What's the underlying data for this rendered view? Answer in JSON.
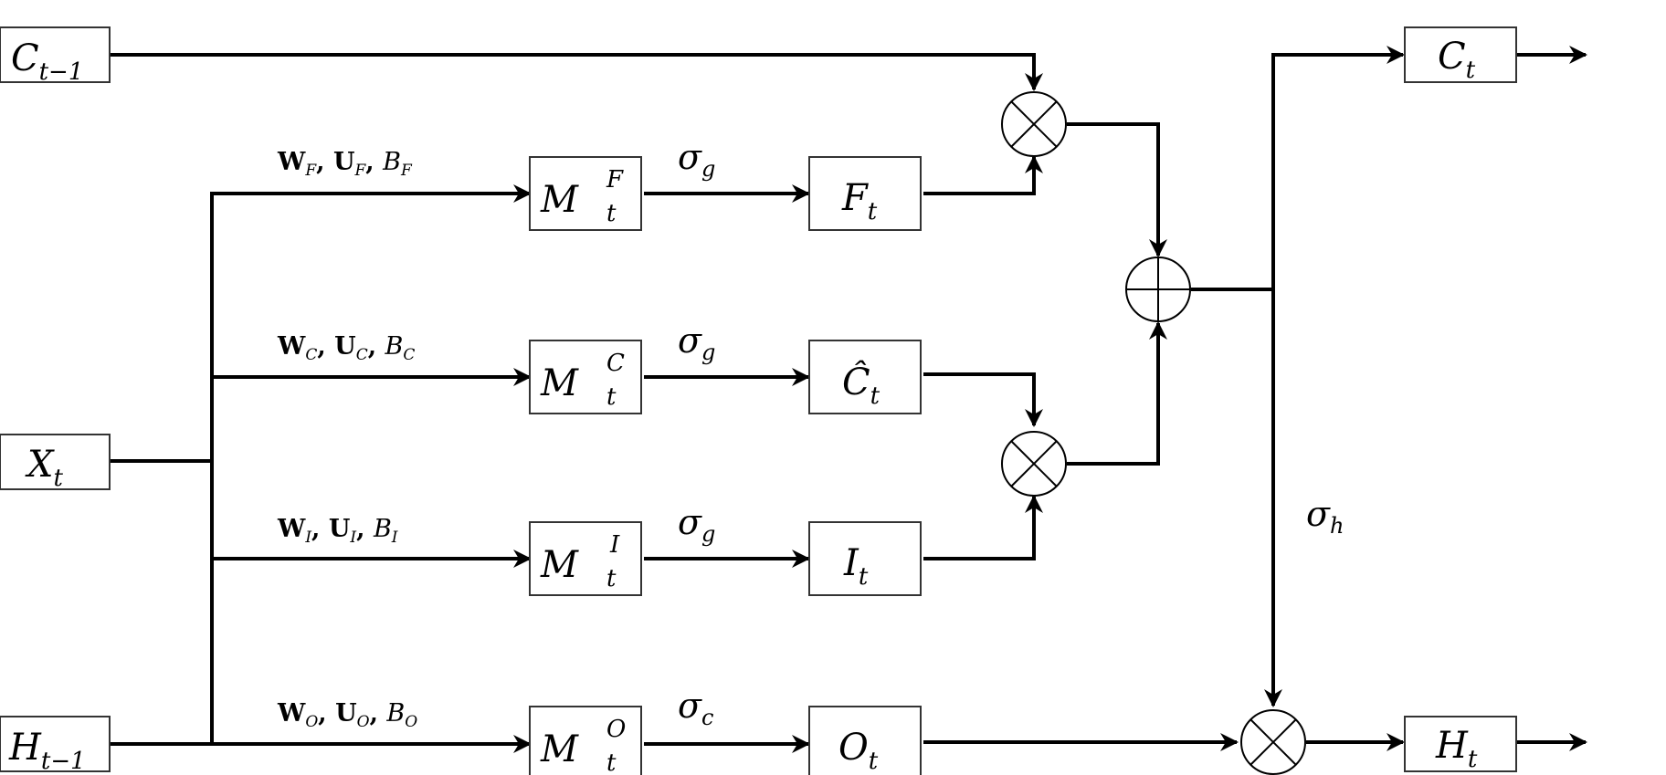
{
  "blocks": {
    "c_prev": {
      "main": "C",
      "sub": "t−1"
    },
    "x_t": {
      "main": "X",
      "sub": "t"
    },
    "h_prev": {
      "main": "H",
      "sub": "t−1"
    },
    "m_f": {
      "main": "M",
      "sup": "F",
      "sub": "t"
    },
    "m_c": {
      "main": "M",
      "sup": "C",
      "sub": "t"
    },
    "m_i": {
      "main": "M",
      "sup": "I",
      "sub": "t"
    },
    "m_o": {
      "main": "M",
      "sup": "O",
      "sub": "t"
    },
    "f_t": {
      "main": "F",
      "sub": "t"
    },
    "c_hat": {
      "main": "Ĉ",
      "sub": "t"
    },
    "i_t": {
      "main": "I",
      "sub": "t"
    },
    "o_t": {
      "main": "O",
      "sub": "t"
    },
    "c_t": {
      "main": "C",
      "sub": "t"
    },
    "h_t": {
      "main": "H",
      "sub": "t"
    }
  },
  "activations": {
    "f": {
      "symbol": "σ",
      "sub": "g"
    },
    "c": {
      "symbol": "σ",
      "sub": "g"
    },
    "i": {
      "symbol": "σ",
      "sub": "g"
    },
    "o": {
      "symbol": "σ",
      "sub": "c"
    },
    "h": {
      "symbol": "σ",
      "sub": "h"
    }
  },
  "weights": {
    "f": {
      "W": "W",
      "U": "U",
      "B": "B",
      "gate": "F"
    },
    "c": {
      "W": "W",
      "U": "U",
      "B": "B",
      "gate": "C"
    },
    "i": {
      "W": "W",
      "U": "U",
      "B": "B",
      "gate": "I"
    },
    "o": {
      "W": "W",
      "U": "U",
      "B": "B",
      "gate": "O"
    }
  },
  "operators": {
    "mul_top": "multiply",
    "add": "add",
    "mul_mid": "multiply",
    "mul_out": "multiply"
  }
}
